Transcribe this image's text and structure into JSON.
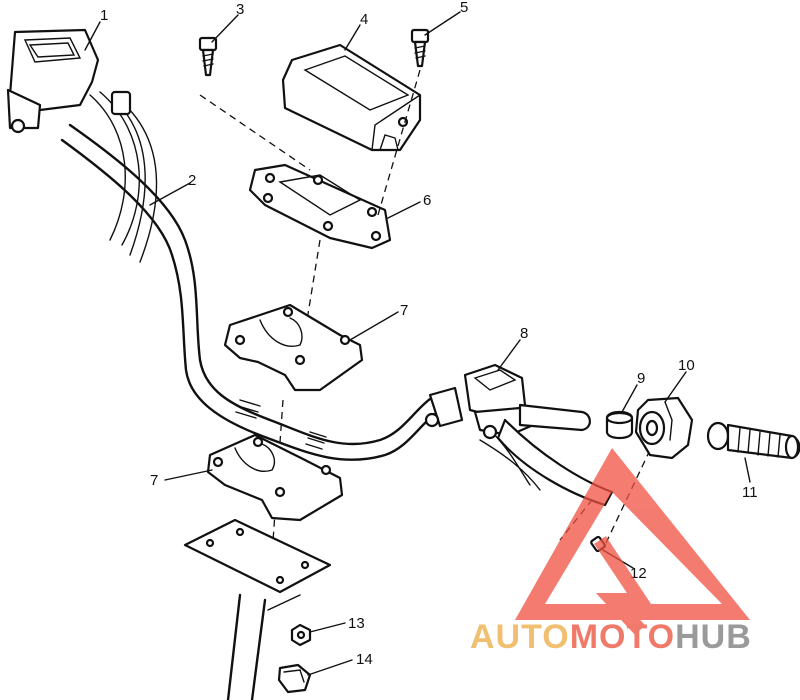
{
  "callouts": [
    "1",
    "2",
    "3",
    "4",
    "5",
    "6",
    "7",
    "7",
    "8",
    "9",
    "10",
    "11",
    "12",
    "13",
    "14"
  ],
  "watermark": {
    "part1": "AUTO",
    "part2": "MOTO",
    "part3": "HUB",
    "color1": "#f0c070",
    "color2": "#f07a6a",
    "color3": "#9a9a9a",
    "logo_color": "#f05040"
  }
}
